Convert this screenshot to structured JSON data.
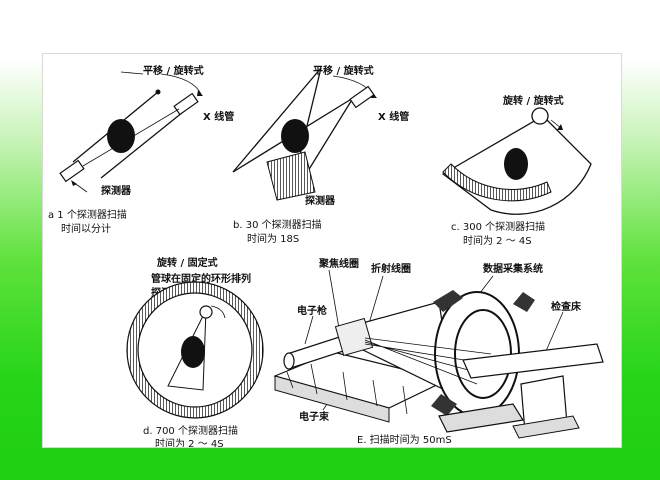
{
  "panel_a": {
    "title": "平移 / 旋转式",
    "tube_label": "X 线管",
    "detector_label": "探测器",
    "caption_line1": "a  1 个探测器扫描",
    "caption_line2": "时间以分计"
  },
  "panel_b": {
    "title": "平移 / 旋转式",
    "tube_label": "X 线管",
    "detector_label": "探测器",
    "caption_line1": "b. 30 个探测器扫描",
    "caption_line2": "时间为 18S"
  },
  "panel_c": {
    "title": "旋转 / 旋转式",
    "caption_line1": "c. 300 个探测器扫描",
    "caption_line2": "时间为 2 ～ 4S"
  },
  "panel_d": {
    "title": "旋转 / 固定式",
    "desc_line1": "管球在固定的环形排列",
    "desc_line2": "探测器内方旋转",
    "caption_line1": "d. 700 个探测器扫描",
    "caption_line2": "时间为 2 ～ 4S"
  },
  "panel_e": {
    "label_focus_coil": "聚焦线圈",
    "label_deflection_coil": "折射线圈",
    "label_data_system": "数据采集系统",
    "label_electron_gun": "电子枪",
    "label_table": "检查床",
    "label_electron_beam": "电子束",
    "caption": "E. 扫描时间为 50mS"
  }
}
